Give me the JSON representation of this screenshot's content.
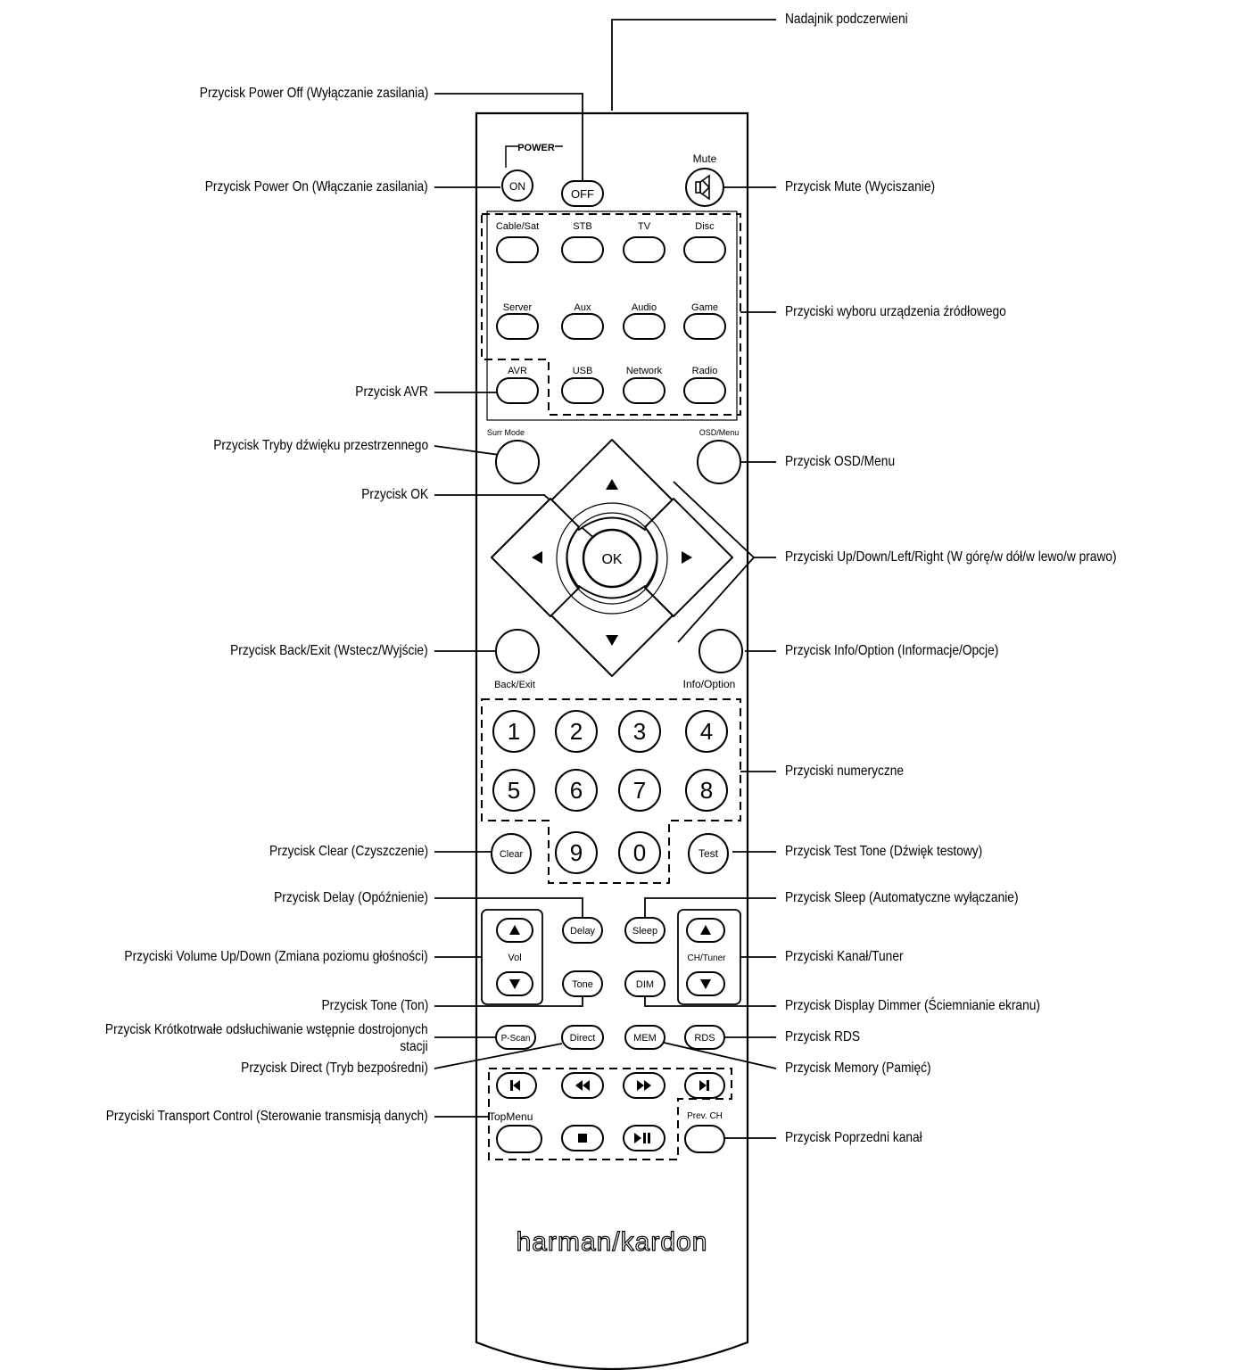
{
  "labels": {
    "ir_transmitter": "Nadajnik podczerwieni",
    "power_off": "Przycisk Power Off (Wyłączanie zasilania)",
    "power_on": "Przycisk Power On (Włączanie zasilania)",
    "mute": "Przycisk Mute (Wyciszanie)",
    "source_select": "Przyciski wyboru urządzenia źródłowego",
    "avr": "Przycisk AVR",
    "surround_modes": "Przycisk Tryby dźwięku przestrzennego",
    "osd_menu": "Przycisk OSD/Menu",
    "ok": "Przycisk OK",
    "navigation": "Przyciski Up/Down/Left/Right (W górę/w dół/w lewo/w prawo)",
    "back_exit": "Przycisk Back/Exit (Wstecz/Wyjście)",
    "info_option": "Przycisk Info/Option (Informacje/Opcje)",
    "numeric": "Przyciski numeryczne",
    "clear": "Przycisk Clear (Czyszczenie)",
    "test_tone": "Przycisk Test Tone (Dźwięk testowy)",
    "delay": "Przycisk Delay (Opóźnienie)",
    "sleep": "Przycisk Sleep (Automatyczne wyłączanie)",
    "volume": "Przyciski Volume Up/Down (Zmiana poziomu głośności)",
    "channel_tuner": "Przyciski Kanał/Tuner",
    "tone": "Przycisk Tone (Ton)",
    "display_dimmer": "Przycisk Display Dimmer (Ściemnianie ekranu)",
    "preset_scan_line1": "Przycisk Krótkotrwałe odsłuchiwanie wstępnie dostrojonych",
    "preset_scan_line2": "stacji",
    "rds": "Przycisk RDS",
    "direct": "Przycisk Direct (Tryb bezpośredni)",
    "memory": "Przycisk Memory (Pamięć)",
    "transport": "Przyciski Transport Control (Sterowanie transmisją danych)",
    "previous_channel": "Przycisk Poprzedni kanał"
  },
  "remote": {
    "power_header": "POWER",
    "on": "ON",
    "off": "OFF",
    "mute": "Mute",
    "sources_row1": [
      "Cable/Sat",
      "STB",
      "TV",
      "Disc"
    ],
    "sources_row2": [
      "Server",
      "Aux",
      "Audio",
      "Game"
    ],
    "sources_row3": [
      "AVR",
      "USB",
      "Network",
      "Radio"
    ],
    "surr_mode": "Surr Mode",
    "osd_menu": "OSD/Menu",
    "ok": "OK",
    "back_exit": "Back/Exit",
    "info_option": "Info/Option",
    "numbers": [
      "1",
      "2",
      "3",
      "4",
      "5",
      "6",
      "7",
      "8",
      "9",
      "0"
    ],
    "clear": "Clear",
    "test": "Test",
    "delay": "Delay",
    "sleep": "Sleep",
    "vol": "Vol",
    "ch_tuner": "CH/Tuner",
    "tone": "Tone",
    "dim": "DIM",
    "p_scan": "P-Scan",
    "direct": "Direct",
    "mem": "MEM",
    "rds": "RDS",
    "top_menu": "TopMenu",
    "prev_ch": "Prev. CH",
    "brand": "harman/kardon"
  },
  "icons": {
    "up": "triangle-up-icon",
    "down": "triangle-down-icon",
    "left": "triangle-left-icon",
    "right": "triangle-right-icon",
    "mute": "speaker-muted-icon",
    "skip_back": "skip-back-icon",
    "rewind": "rewind-icon",
    "fast_forward": "fast-forward-icon",
    "skip_forward": "skip-forward-icon",
    "stop": "stop-icon",
    "play_pause": "play-pause-icon"
  }
}
